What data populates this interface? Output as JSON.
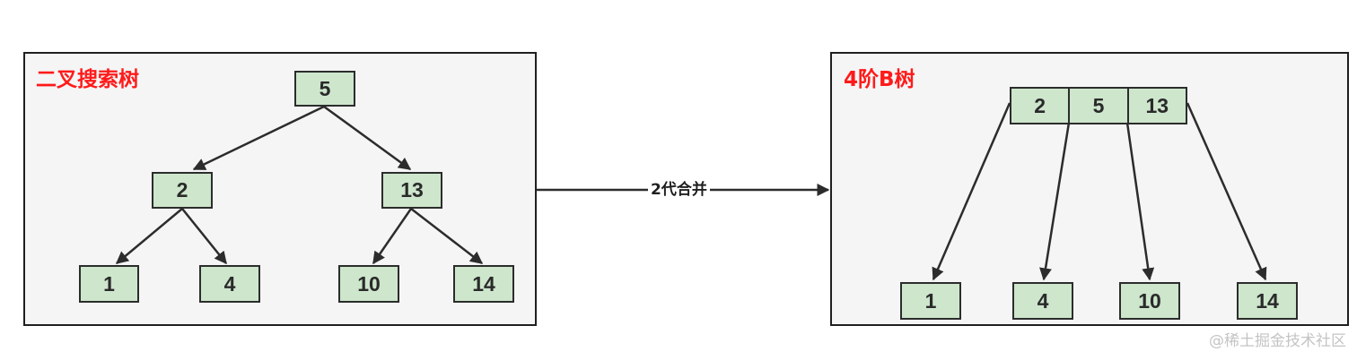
{
  "left_panel": {
    "title": "二叉搜索树",
    "nodes": {
      "root": "5",
      "left": "2",
      "right": "13",
      "leaf_1": "1",
      "leaf_4": "4",
      "leaf_10": "10",
      "leaf_14": "14"
    }
  },
  "arrow": {
    "label": "2代合并"
  },
  "right_panel": {
    "title": "4阶B树",
    "root_keys": [
      "2",
      "5",
      "13"
    ],
    "leaves": [
      "1",
      "4",
      "10",
      "14"
    ]
  },
  "watermark": "@稀土掘金技术社区",
  "colors": {
    "node_fill": "#cde6cc",
    "panel_fill": "#f5f5f5",
    "title_red": "#ff1a1a",
    "line": "#2c2c2c"
  }
}
